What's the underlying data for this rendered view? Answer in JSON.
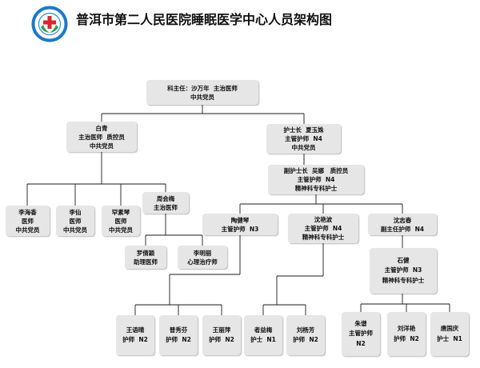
{
  "title": "普洱市第二人民医院睡眠医学中心人员架构图",
  "colors": {
    "box_fill": "#e6e6e6",
    "connector": "#1a1a1a",
    "title": "#111111",
    "logo_ring": "#1f78c8",
    "logo_cross": "#d9262c",
    "logo_leaf": "#2e9e4a"
  },
  "logo": {
    "icon": "hospital-logo-icon"
  },
  "nodes": {
    "director": {
      "lines": [
        "科主任：沙万年  主治医师",
        "中共党员"
      ]
    },
    "bai_qing": {
      "lines": [
        "白青",
        "主治医师  质控员",
        "中共党员"
      ]
    },
    "head_nurse": {
      "lines": [
        "护士长  夏玉姝",
        "主管护师  N4",
        "中共党员"
      ]
    },
    "deputy_head_nurse": {
      "lines": [
        "副护士长  吴娜   质控员",
        "主管护师  N4",
        "精神科专科护士"
      ]
    },
    "li_haixiang": {
      "lines": [
        "李海香",
        "医师",
        "中共党员"
      ]
    },
    "li_xian": {
      "lines": [
        "李仙",
        "医师",
        "中共党员"
      ]
    },
    "han_suqin": {
      "lines": [
        "罕素琴",
        "医师",
        "中共党员"
      ]
    },
    "zhou_huimei": {
      "lines": [
        "周会梅",
        "主治医师"
      ]
    },
    "luo_qianying": {
      "lines": [
        "罗倩颖",
        "助理医师"
      ]
    },
    "li_mingli": {
      "lines": [
        "李明丽",
        "心理治疗师"
      ]
    },
    "tao_jianqin": {
      "lines": [
        "陶健琴",
        "主管护师  N3"
      ]
    },
    "shen_yanbo": {
      "lines": [
        "沈艳波",
        "主管护师  N4",
        "精神科专科护士"
      ]
    },
    "shen_zhichun": {
      "lines": [
        "沈志春",
        "副主任护师  N4"
      ]
    },
    "shi_jian": {
      "lines": [
        "石健",
        "主管护师  N3",
        "精神科专科护士"
      ]
    },
    "wang_yuqing": {
      "lines": [
        "王语晴",
        "护师  N2"
      ]
    },
    "pu_xiufen": {
      "lines": [
        "普秀芬",
        "护师  N2"
      ]
    },
    "wang_liping": {
      "lines": [
        "王丽萍",
        "护师  N2"
      ]
    },
    "zhe_yimei": {
      "lines": [
        "者益梅",
        "护士  N1"
      ]
    },
    "liu_yangfang": {
      "lines": [
        "刘杨芳",
        "护师  N2"
      ]
    },
    "zhu_pu": {
      "lines": [
        "朱谱",
        "主管护师",
        "N2"
      ]
    },
    "liu_yangyan": {
      "lines": [
        "刘洋艳",
        "护师  N2"
      ]
    },
    "tang_guoqing": {
      "lines": [
        "唐国庆",
        "护士  N1"
      ]
    }
  }
}
